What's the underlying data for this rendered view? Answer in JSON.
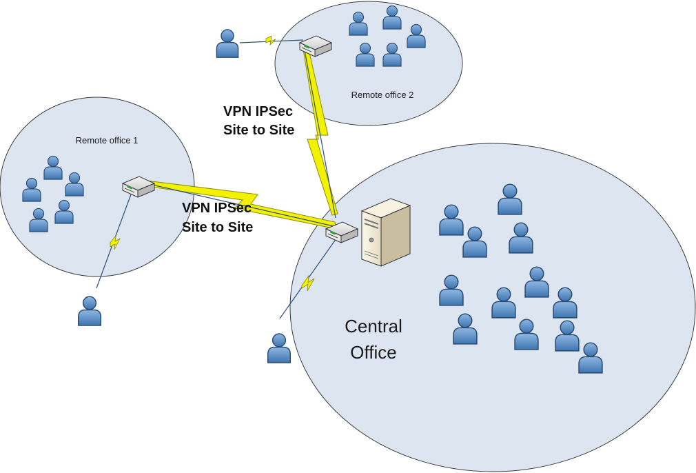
{
  "zones": {
    "remote_office_1": {
      "label": "Remote office 1"
    },
    "remote_office_2": {
      "label": "Remote office 2"
    },
    "central_office": {
      "label_line1": "Central",
      "label_line2": "Office"
    }
  },
  "links": {
    "vpn_top": {
      "line1": "VPN IPSec",
      "line2": "Site to Site"
    },
    "vpn_left": {
      "line1": "VPN IPSec",
      "line2": "Site to Site"
    }
  },
  "colors": {
    "zone_fill": "#dde5f1",
    "zone_stroke": "#3a3a3a",
    "lightning_fill": "#f2f200",
    "lightning_stroke": "#8a8a00",
    "user_fill": "#5b8fc7",
    "user_stroke": "#2c4d73",
    "cable": "#2b4e7a"
  },
  "icons": {
    "user": "user-icon",
    "router": "router-icon",
    "server": "server-icon",
    "wireless": "lightning-bolt-icon"
  }
}
